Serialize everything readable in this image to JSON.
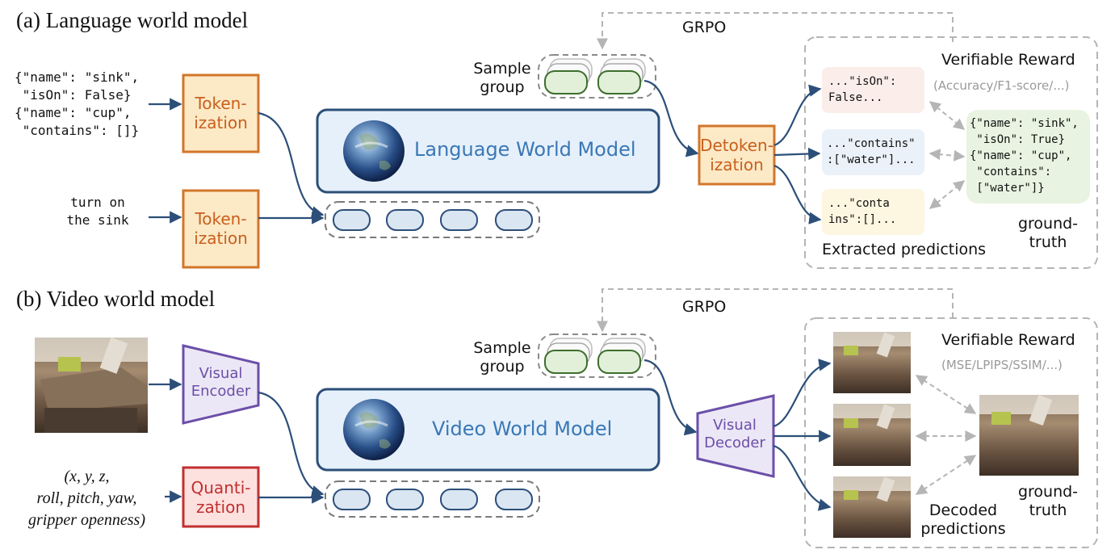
{
  "section_a": {
    "title": "(a) Language world model",
    "input_state": "{\"name\": \"sink\",\n \"isOn\": False}\n{\"name\": \"cup\",\n \"contains\": []}",
    "input_action": "turn on\nthe sink",
    "tokenization_top": "Token-\nization",
    "tokenization_bottom": "Token-\nization",
    "model_label": "Language World Model",
    "sample_group": "Sample\ngroup",
    "grpo": "GRPO",
    "detokenization": "Detoken-\nization",
    "pred_1": "...\"isOn\":\nFalse...",
    "pred_2": "...\"contains\"\n:[\"water\"]...",
    "pred_3": "...\"conta\nins\":[]...",
    "extracted_label": "Extracted predictions",
    "reward_title": "Verifiable Reward",
    "reward_metrics": "(Accuracy/F1-score/...)",
    "ground_truth_json": "{\"name\": \"sink\",\n \"isOn\": True}\n{\"name\": \"cup\",\n \"contains\":\n [\"water\"]}",
    "ground_truth_label": "ground-\ntruth"
  },
  "section_b": {
    "title": "(b) Video world model",
    "visual_encoder": "Visual\nEncoder",
    "action_input": "(x, y, z,\nroll, pitch, yaw,\ngripper openness)",
    "quantization": "Quanti-\nzation",
    "model_label": "Video World Model",
    "sample_group": "Sample\ngroup",
    "grpo": "GRPO",
    "visual_decoder": "Visual\nDecoder",
    "reward_title": "Verifiable Reward",
    "reward_metrics": "(MSE/LPIPS/SSIM/...)",
    "decoded_label": "Decoded\npredictions",
    "ground_truth_label": "ground-\ntruth"
  },
  "colors": {
    "tokenizer_fill": "#fce9c6",
    "tokenizer_stroke": "#d2762a",
    "quantizer_fill": "#fde1df",
    "quantizer_stroke": "#c0302f",
    "model_fill": "#e6f0fb",
    "model_stroke": "#2c4f79",
    "token_fill": "#dbe6f3",
    "sample_fill": "#e2f0d9",
    "sample_stroke": "#3d6e2e",
    "encoder_fill": "#ece7f6",
    "encoder_stroke": "#6b4fa8",
    "arrow": "#2c4f79",
    "dashed": "#b0b0b0"
  }
}
